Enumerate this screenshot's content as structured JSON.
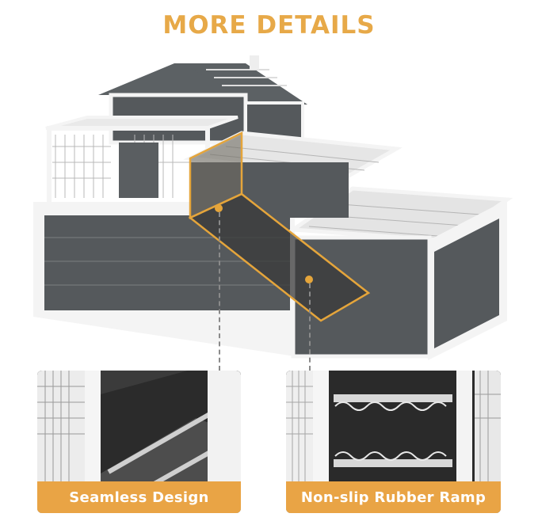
{
  "header": {
    "title": "MORE DETAILS"
  },
  "panels": {
    "left": {
      "caption": "Seamless Design"
    },
    "right": {
      "caption": "Non-slip Rubber Ramp"
    }
  },
  "colors": {
    "accent": "#e9a445",
    "hutch_gray": "#55595c",
    "hutch_white": "#f4f4f4",
    "roof": "#5c6164"
  },
  "icons": [
    "hutch-illustration",
    "ramp-highlight",
    "seamless-detail-photo",
    "ramp-detail-photo"
  ]
}
